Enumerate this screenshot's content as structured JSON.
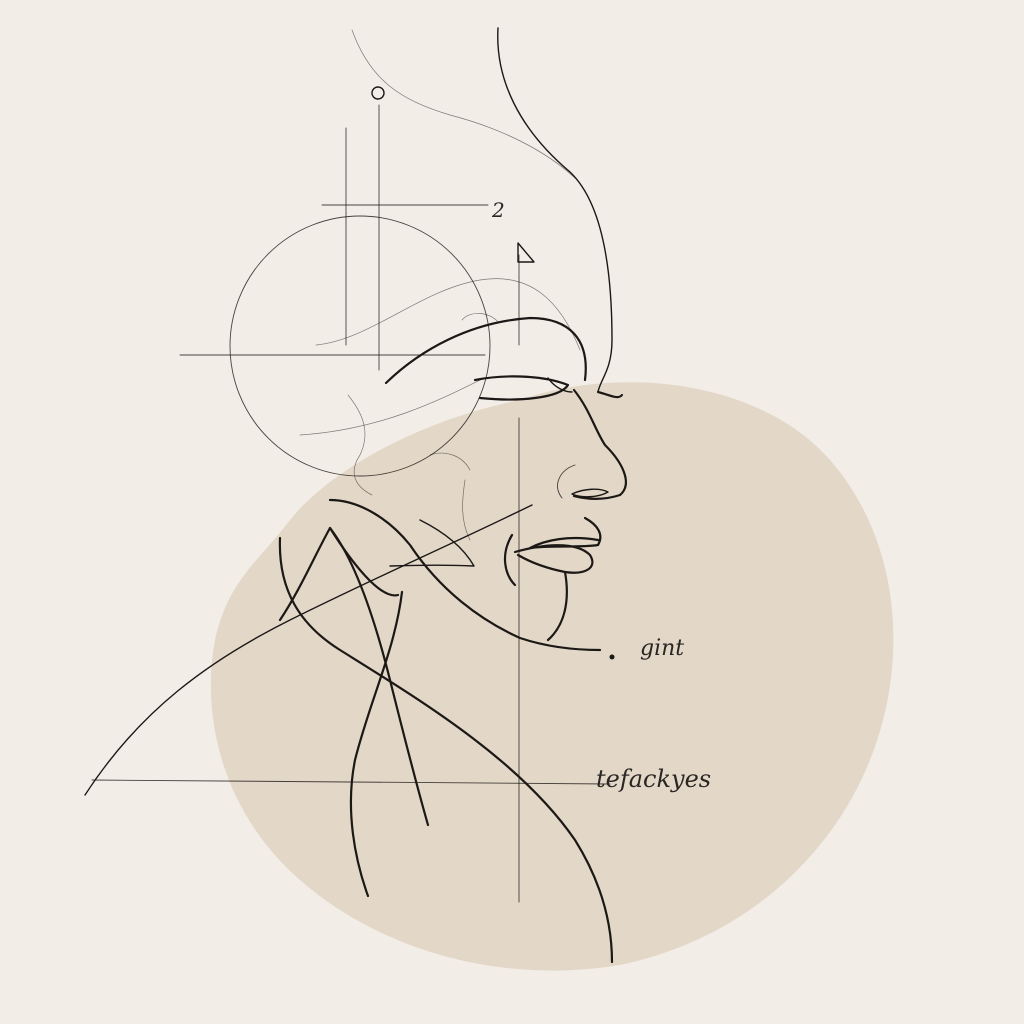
{
  "colors": {
    "background": "#f2ede7",
    "blob": "#e3d7c8",
    "ink": "#1b1815"
  },
  "annotations": {
    "number_label": "2",
    "note_upper": "gint",
    "note_lower": "tefackyes"
  },
  "icons": {
    "small_circle": "circle-marker-icon",
    "triangle_flag": "flag-icon"
  }
}
